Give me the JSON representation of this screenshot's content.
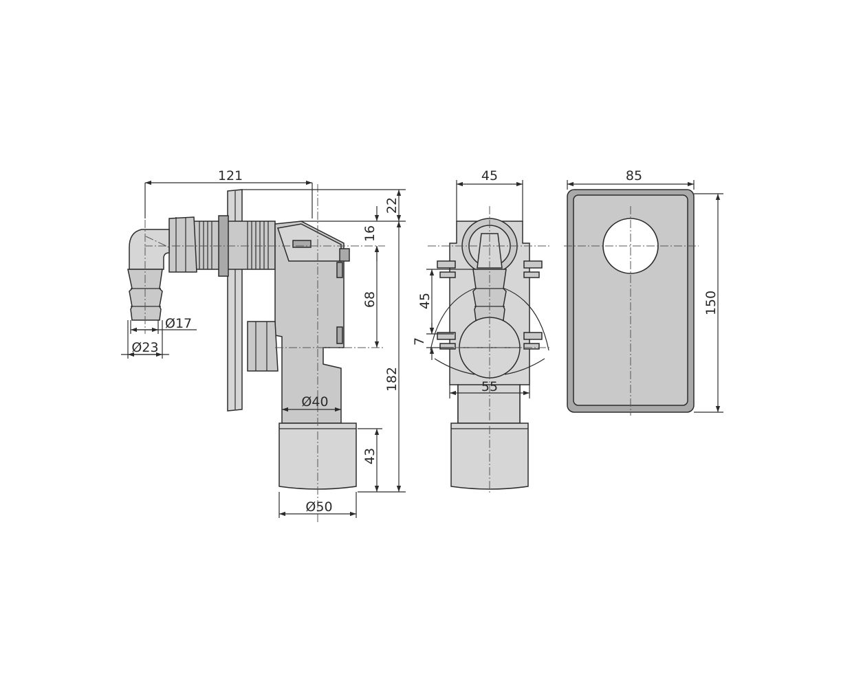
{
  "dimensions": {
    "side_width": "121",
    "top_offset": "22",
    "top_gap": "16",
    "mid_height": "68",
    "total_height": "182",
    "bottom_height": "43",
    "hose_inner": "Ø17",
    "hose_outer": "Ø23",
    "outlet_inner": "Ø40",
    "outlet_outer": "Ø50",
    "front_width": "45",
    "front_height_45": "45",
    "front_height_7": "7",
    "front_width_55": "55",
    "cover_width": "85",
    "cover_height": "150"
  }
}
